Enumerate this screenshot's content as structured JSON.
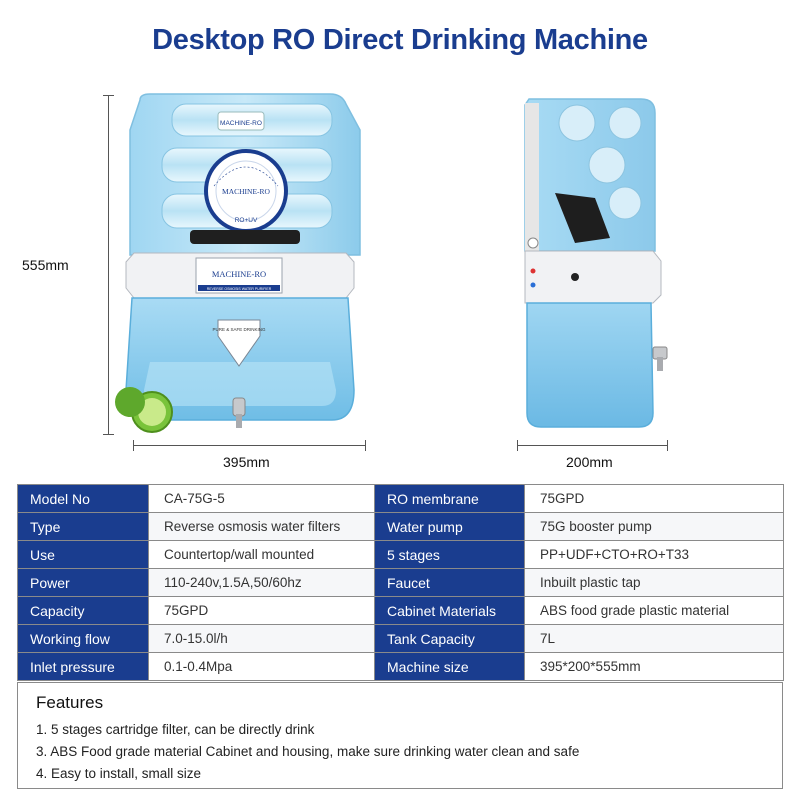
{
  "title": "Desktop RO Direct Drinking Machine",
  "dimensions": {
    "height": "555mm",
    "front_width": "395mm",
    "side_width": "200mm"
  },
  "front_unit": {
    "brand": "MACHINE-RO",
    "badge_ring": "Reverse Osmosis Water Purifier",
    "badge_sub": "RO+UV",
    "panel_text": "REVERSE OSMOSIS WATER PURIFIER",
    "tag": "PURE & SAFE DRINKING"
  },
  "specs": [
    {
      "label": "Model No",
      "value": "CA-75G-5",
      "label2": "RO membrane",
      "value2": "75GPD"
    },
    {
      "label": "Type",
      "value": "Reverse osmosis water filters",
      "label2": "Water pump",
      "value2": "75G booster pump"
    },
    {
      "label": "Use",
      "value": "Countertop/wall mounted",
      "label2": "5 stages",
      "value2": "PP+UDF+CTO+RO+T33"
    },
    {
      "label": "Power",
      "value": "110-240v,1.5A,50/60hz",
      "label2": "Faucet",
      "value2": "Inbuilt plastic tap"
    },
    {
      "label": "Capacity",
      "value": "75GPD",
      "label2": "Cabinet Materials",
      "value2": "ABS food grade plastic material"
    },
    {
      "label": "Working flow",
      "value": "7.0-15.0l/h",
      "label2": "Tank Capacity",
      "value2": "7L"
    },
    {
      "label": "Inlet pressure",
      "value": "0.1-0.4Mpa",
      "label2": "Machine size",
      "value2": "395*200*555mm"
    }
  ],
  "features": {
    "heading": "Features",
    "items": [
      "1. 5 stages cartridge filter, can be directly drink",
      "3. ABS Food grade material Cabinet and housing, make sure drinking water clean and safe",
      "4. Easy to install, small size"
    ]
  },
  "colors": {
    "brand_blue": "#1a3d8f",
    "tank_blue": "#8ecfee",
    "border": "#8a8a8a"
  }
}
